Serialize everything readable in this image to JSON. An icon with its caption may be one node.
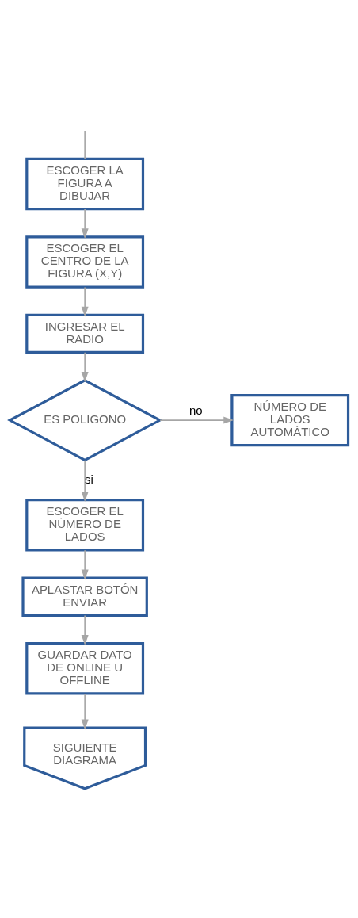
{
  "diagram": {
    "nodes": [
      {
        "text": [
          "ESCOGER LA FIGURA A DIBUJAR"
        ]
      },
      {
        "text": [
          "ESCOGER EL CENTRO DE LA FIGURA (X,Y)"
        ]
      },
      {
        "text": [
          "INGRESAR EL RADIO"
        ]
      },
      {
        "text": [
          "ES POLIGONO"
        ]
      },
      {
        "text": [
          "NÚMERO DE LADOS AUTOMÁTICO"
        ]
      },
      {
        "text": [
          "ESCOGER EL NÚMERO DE LADOS"
        ]
      },
      {
        "text": [
          "APLASTAR BOTÓN ENVIAR"
        ]
      },
      {
        "text": [
          "GUARDAR DATO DE ONLINE U OFFLINE"
        ]
      },
      {
        "text": [
          "SIGUIENTE DIAGRAMA"
        ]
      }
    ],
    "edges": [
      {
        "from": null,
        "to": 0,
        "arrow": "none"
      },
      {
        "from": 0,
        "to": 1,
        "arrow": "to"
      },
      {
        "from": 1,
        "to": 2,
        "arrow": "to"
      },
      {
        "from": 2,
        "to": 3,
        "arrow": "to"
      },
      {
        "from": 3,
        "to": 4,
        "arrow": "to",
        "label": "no"
      },
      {
        "from": 3,
        "to": 5,
        "arrow": "to",
        "label": "si"
      },
      {
        "from": 5,
        "to": 6,
        "arrow": "to"
      },
      {
        "from": 6,
        "to": 7,
        "arrow": "to"
      },
      {
        "from": 7,
        "to": 8,
        "arrow": "to"
      }
    ]
  }
}
